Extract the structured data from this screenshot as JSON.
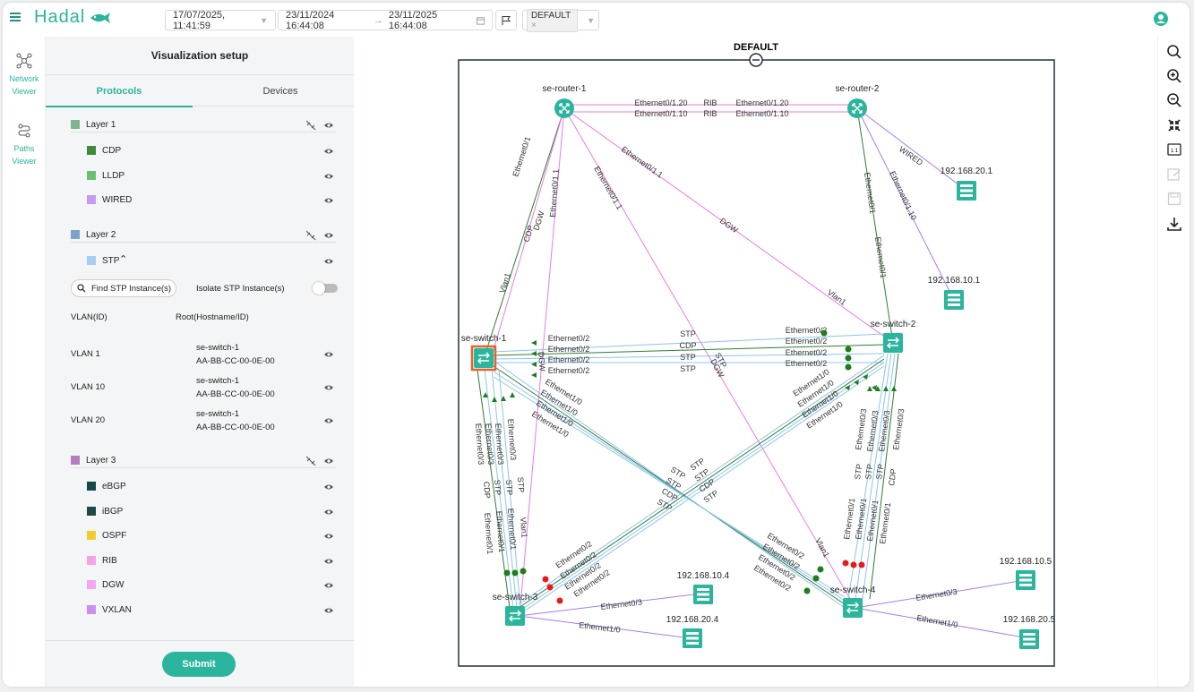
{
  "app": {
    "name": "Hadal"
  },
  "toolbar": {
    "time_value": "17/07/2025, 11:41:59",
    "range_start": "23/11/2024 16:44:08",
    "range_end": "23/11/2025 16:44:08",
    "range_separator": "→",
    "view_tag": "DEFAULT"
  },
  "rail": {
    "items": [
      {
        "label_1": "Network",
        "label_2": "Viewer"
      },
      {
        "label_1": "Paths",
        "label_2": "Viewer"
      }
    ]
  },
  "panel": {
    "title": "Visualization setup",
    "tabs": [
      "Protocols",
      "Devices"
    ],
    "layers": [
      {
        "name": "Layer 1",
        "color": "#7fb58a",
        "protocols": [
          {
            "name": "CDP",
            "color": "#3e8b3e"
          },
          {
            "name": "LLDP",
            "color": "#6fbf73"
          },
          {
            "name": "WIRED",
            "color": "#c39bf0"
          }
        ]
      },
      {
        "name": "Layer 2",
        "color": "#7fa1c8",
        "protocols": [
          {
            "name": "STP",
            "color": "#a8cdf2"
          }
        ]
      },
      {
        "name": "Layer 3",
        "color": "#b57cc2",
        "protocols": [
          {
            "name": "eBGP",
            "color": "#154a4a"
          },
          {
            "name": "iBGP",
            "color": "#1d4a45"
          },
          {
            "name": "OSPF",
            "color": "#f2cc2e"
          },
          {
            "name": "RIB",
            "color": "#f4a3ea"
          },
          {
            "name": "DGW",
            "color": "#f2a7f0"
          },
          {
            "name": "VXLAN",
            "color": "#cc8ef0"
          }
        ]
      }
    ],
    "stp": {
      "find_label": "Find STP Instance(s)",
      "isolate_label": "Isolate STP Instance(s)",
      "col_vlan": "VLAN(ID)",
      "col_root": "Root(Hostname/ID)",
      "instances": [
        {
          "vlan": "VLAN 1",
          "root_host": "se-switch-1",
          "root_id": "AA-BB-CC-00-0E-00"
        },
        {
          "vlan": "VLAN 10",
          "root_host": "se-switch-1",
          "root_id": "AA-BB-CC-00-0E-00"
        },
        {
          "vlan": "VLAN 20",
          "root_host": "se-switch-1",
          "root_id": "AA-BB-CC-00-0E-00"
        }
      ]
    },
    "submit_label": "Submit"
  },
  "graph": {
    "group_label": "DEFAULT",
    "nodes": {
      "r1": "se-router-1",
      "r2": "se-router-2",
      "s1": "se-switch-1",
      "s2": "se-switch-2",
      "s3": "se-switch-3",
      "s4": "se-switch-4",
      "h201": "192.168.20.1",
      "h101": "192.168.10.1",
      "h104": "192.168.10.4",
      "h204": "192.168.20.4",
      "h105": "192.168.10.5",
      "h205": "192.168.20.5"
    },
    "labels": {
      "eth0_1_20": "Ethernet0/1.20",
      "eth0_1_10": "Ethernet0/1.10",
      "eth0_1_1": "Ethernet0/1.1",
      "rib": "RIB",
      "wired": "WIRED",
      "dgw": "DGW",
      "vlan1": "Vlan1",
      "eth0_1": "Ethernet0/1",
      "eth0_2": "Ethernet0/2",
      "eth0_3": "Ethernet0/3",
      "eth1_0": "Ethernet1/0",
      "stp": "STP",
      "cdp": "CDP"
    },
    "colors": {
      "node": "#2ab59c",
      "stp": "#8cc4ec",
      "cdp": "#2e7d32",
      "rib": "#e87de0",
      "wired": "#a97ce8",
      "selected": "#e0632e",
      "up": "#1e7d1e",
      "down": "#e41c1c"
    }
  }
}
